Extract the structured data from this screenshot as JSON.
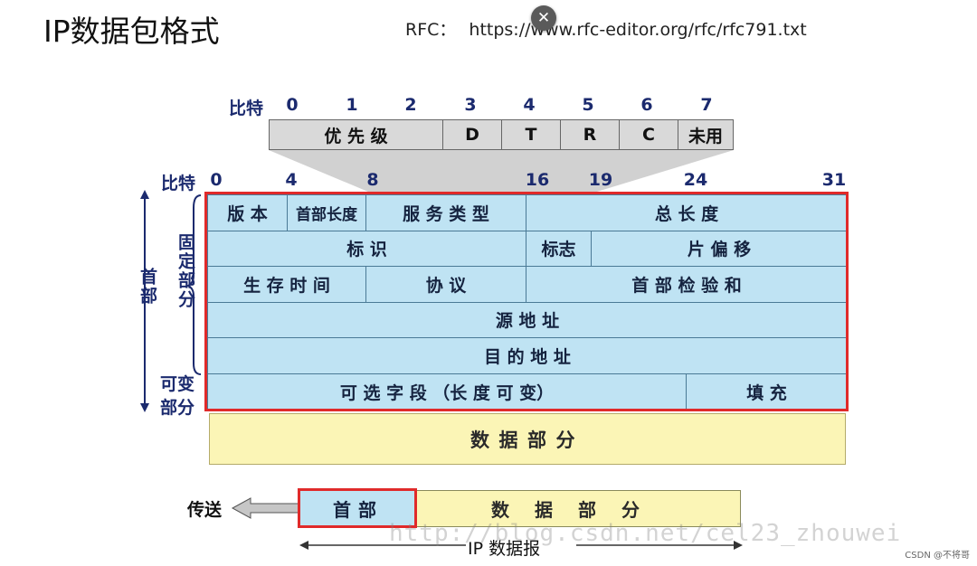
{
  "title": "IP数据包格式",
  "rfc": {
    "label": "RFC：",
    "url": "https://www.rfc-editor.org/rfc/rfc791.txt"
  },
  "tos": {
    "bit_label": "比特",
    "bit_numbers": [
      "0",
      "1",
      "2",
      "3",
      "4",
      "5",
      "6",
      "7"
    ],
    "cells": [
      "优 先 级",
      "D",
      "T",
      "R",
      "C",
      "未用"
    ]
  },
  "header": {
    "bit_label": "比特",
    "bit_numbers": [
      "0",
      "4",
      "8",
      "16",
      "19",
      "24",
      "31"
    ],
    "rows": [
      [
        "版 本",
        "首部长度",
        "服 务 类 型",
        "总 长 度"
      ],
      [
        "标 识",
        "标志",
        "片 偏 移"
      ],
      [
        "生 存 时 间",
        "协 议",
        "首 部 检 验 和"
      ],
      [
        "源 地 址"
      ],
      [
        "目 的 地 址"
      ],
      [
        "可 选 字 段 （长 度 可 变）",
        "填 充"
      ]
    ],
    "side_header": "首部",
    "side_fixed": "固定部分",
    "side_variable_1": "可变",
    "side_variable_2": "部分"
  },
  "data_part": "数据部分",
  "packet": {
    "send_label": "传送",
    "header_label": "首部",
    "data_label": "数据部分",
    "caption": "IP 数据报"
  },
  "watermark": "http://blog.csdn.net/cel23_zhouwei",
  "corner_text": "CSDN @不将哥",
  "colors": {
    "header_fill": "#bfe3f3",
    "data_fill": "#fbf5b6",
    "highlight": "#e02a2a",
    "tos_fill": "#d9d9d9"
  }
}
